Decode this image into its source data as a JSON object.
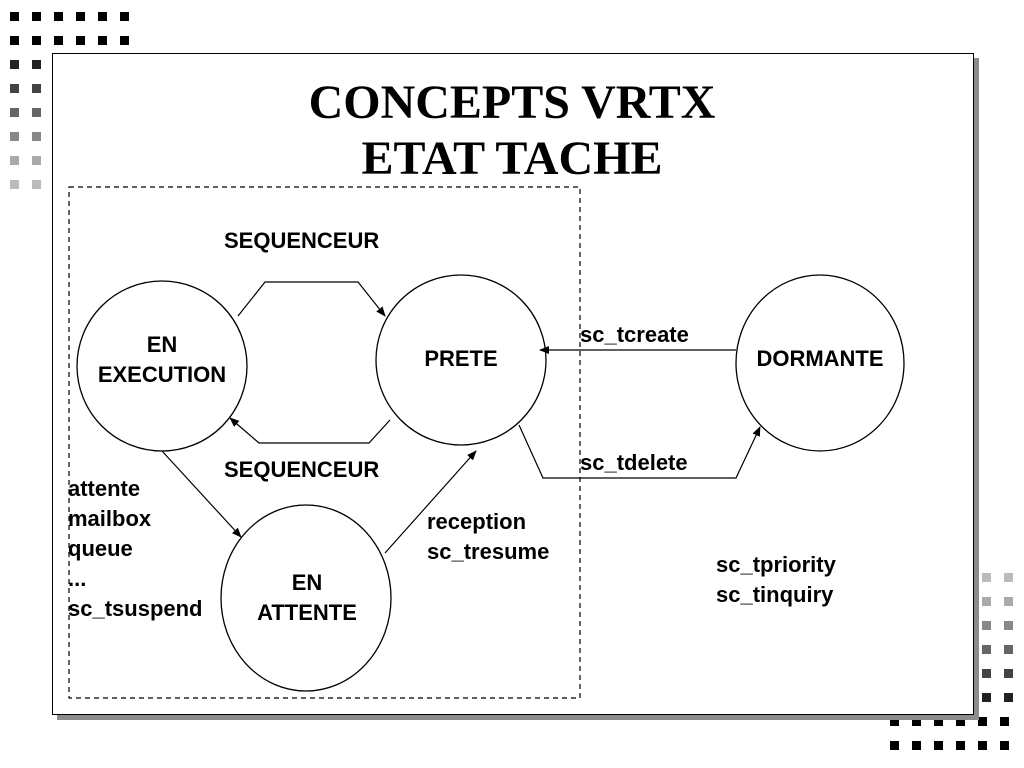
{
  "title": {
    "line1": "CONCEPTS VRTX",
    "line2": "ETAT TACHE"
  },
  "states": {
    "execution": [
      "EN",
      "EXECUTION"
    ],
    "prete": "PRETE",
    "dormante": "DORMANTE",
    "attente": [
      "EN",
      "ATTENTE"
    ]
  },
  "transitions": {
    "sequenceur_top": "SEQUENCEUR",
    "sequenceur_bottom": "SEQUENCEUR",
    "tcreate": "sc_tcreate",
    "tdelete": "sc_tdelete",
    "reception": "reception",
    "tresume": "sc_tresume"
  },
  "wait_causes": [
    "attente",
    "mailbox",
    "queue",
    "...",
    "sc_tsuspend"
  ],
  "other_calls": [
    "sc_tpriority",
    "sc_tinquiry"
  ],
  "colors": {
    "line": "#000000",
    "shadow": "#8c8c8c",
    "decor_dark": "#000000",
    "decor_light": "#a6a6a6"
  }
}
